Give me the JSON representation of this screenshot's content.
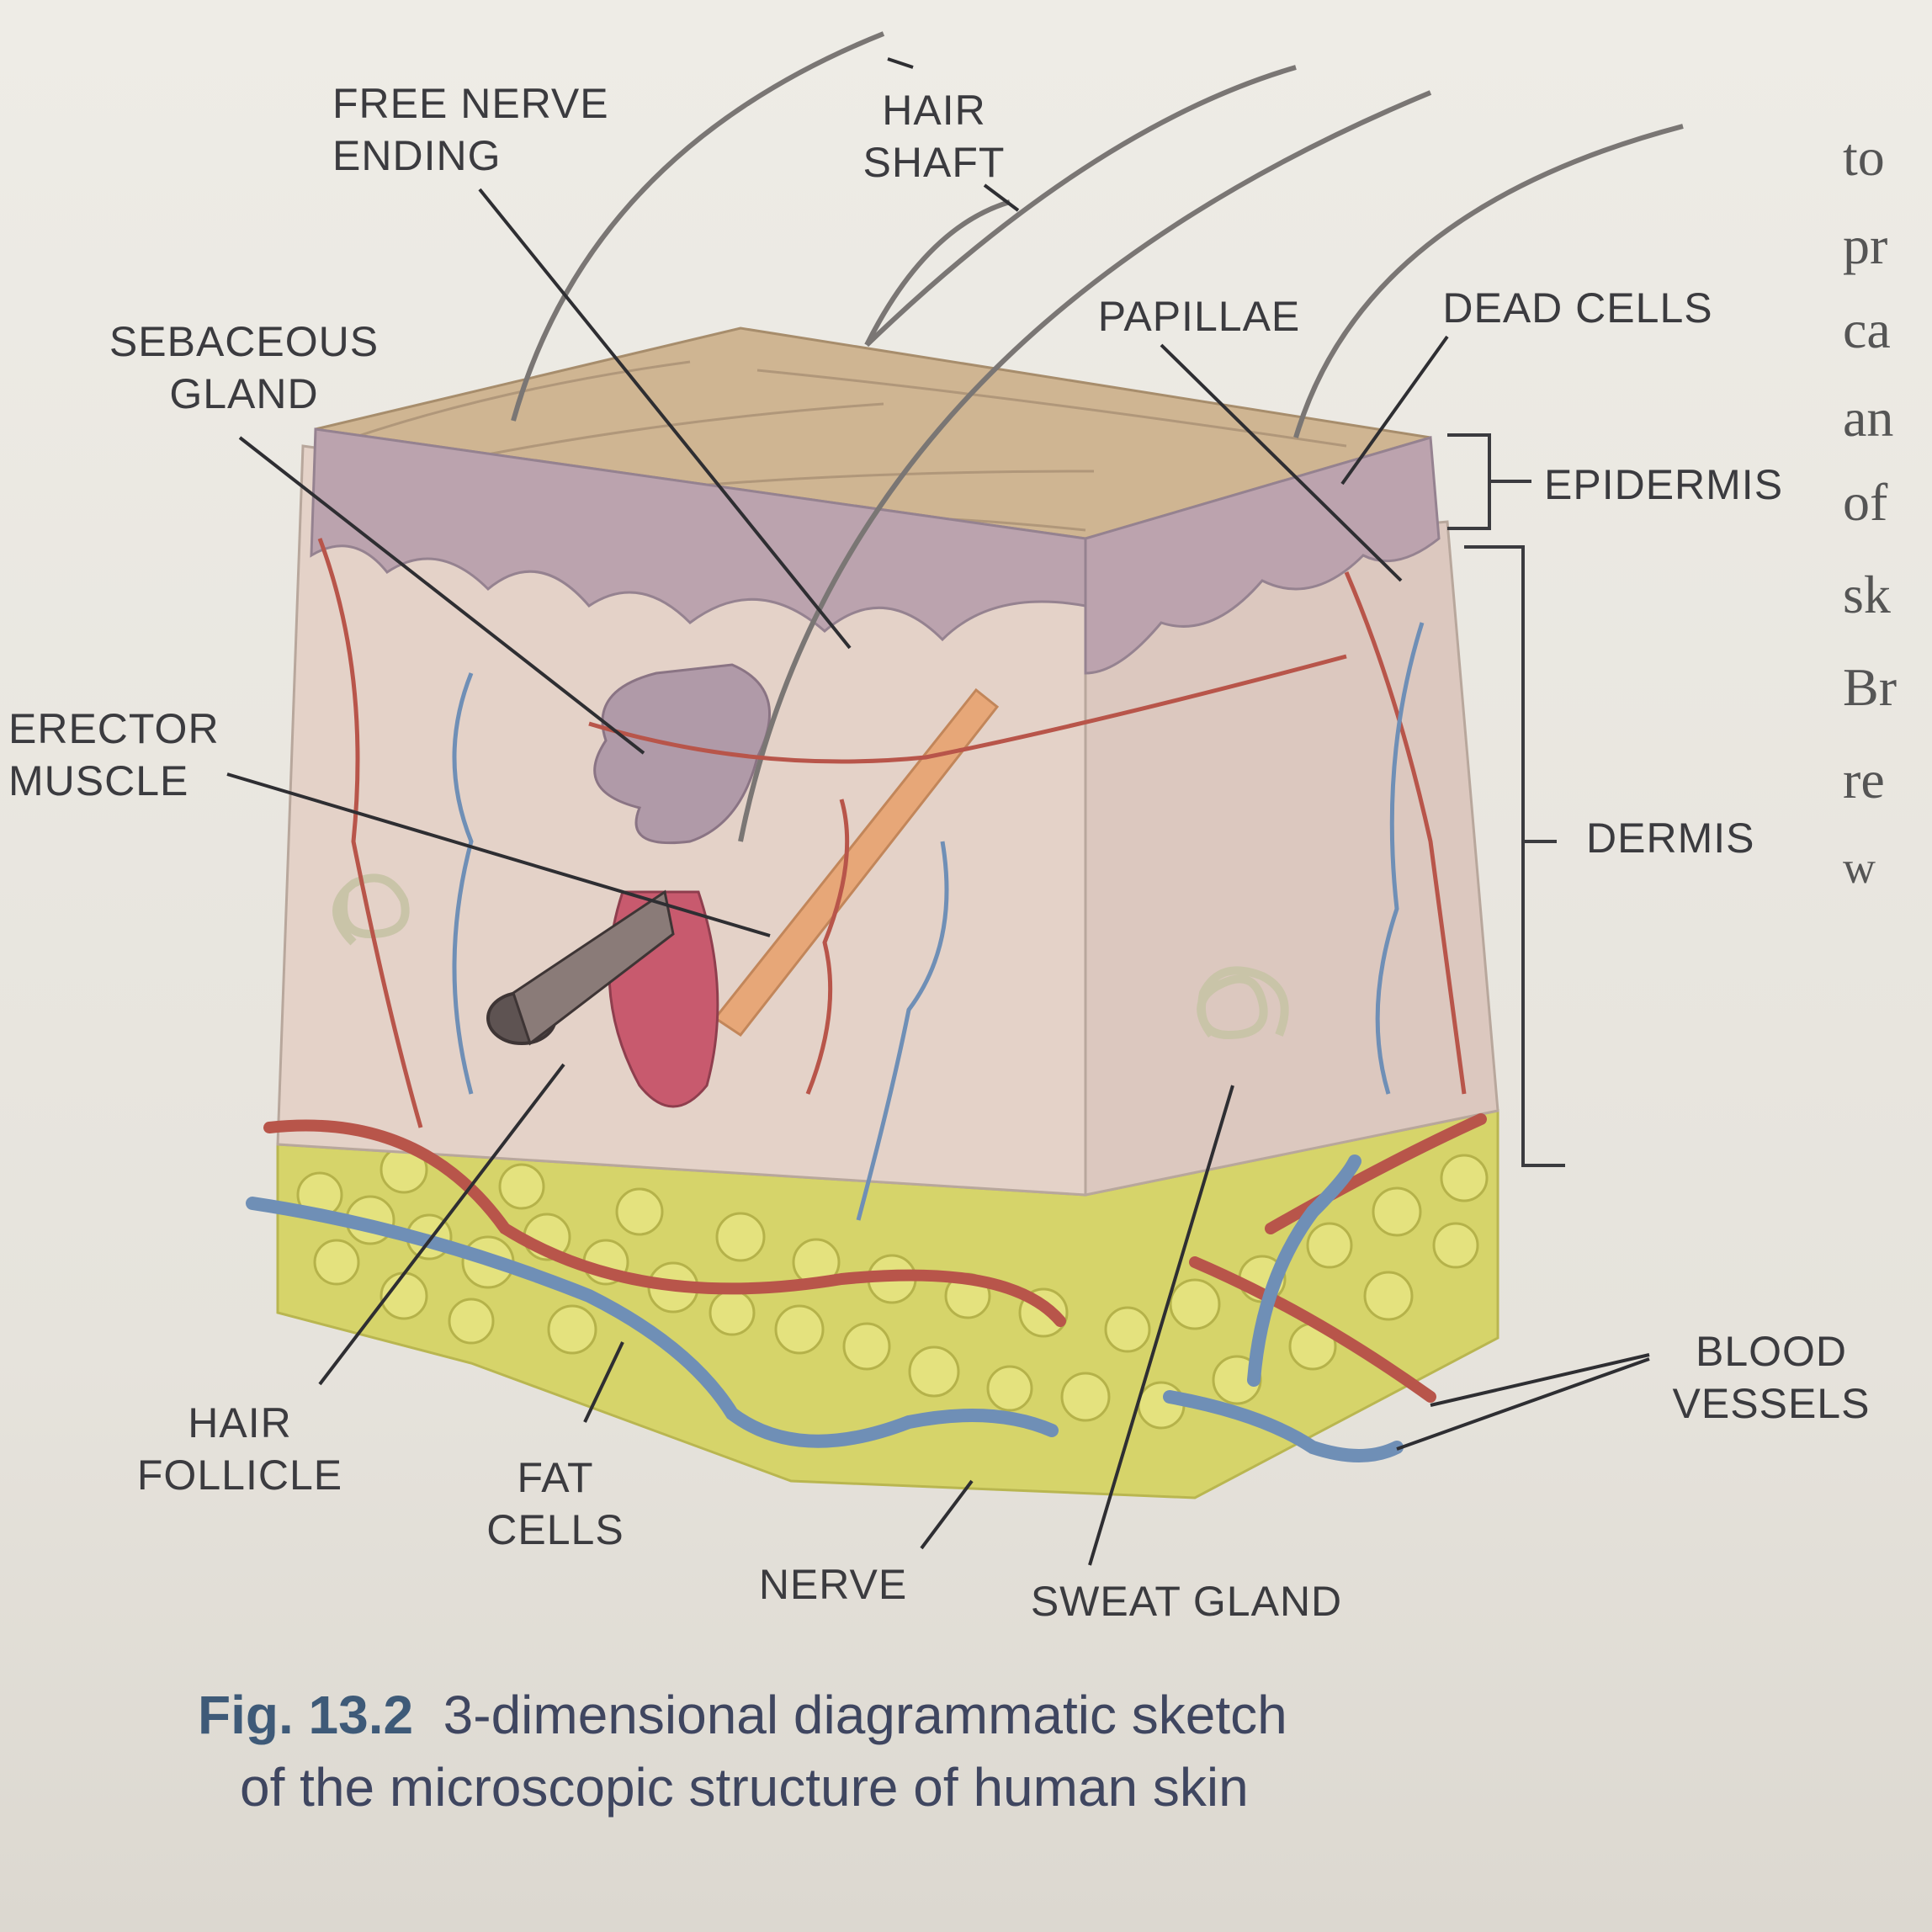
{
  "labels": {
    "free_nerve_ending": [
      "FREE NERVE",
      "ENDING"
    ],
    "hair_shaft": [
      "HAIR",
      "SHAFT"
    ],
    "sebaceous_gland": [
      "SEBACEOUS",
      "GLAND"
    ],
    "papillae": "PAPILLAE",
    "dead_cells": "DEAD CELLS",
    "epidermis": "EPIDERMIS",
    "erector_muscle": [
      "ERECTOR",
      "MUSCLE"
    ],
    "dermis": "DERMIS",
    "blood_vessels": [
      "BLOOD",
      "VESSELS"
    ],
    "hair_follicle": [
      "HAIR",
      "FOLLICLE"
    ],
    "fat_cells": [
      "FAT",
      "CELLS"
    ],
    "nerve": "NERVE",
    "sweat_gland": "SWEAT GLAND"
  },
  "caption": {
    "figure_number": "Fig. 13.2",
    "line1": "3-dimensional diagrammatic sketch",
    "line2": "of the microscopic structure of human skin"
  },
  "side_text": [
    "to",
    "pr",
    "ca",
    "an",
    "of",
    "sk",
    "Br",
    "re",
    "w"
  ],
  "colors": {
    "label_text": "#3b3b3f",
    "caption_fig": "#3e5a78",
    "epidermis_top": "#cdb18f",
    "dermis": "#e2cfc6",
    "fat": "#d8d46a",
    "artery": "#b8554a",
    "vein": "#6f8fb6"
  }
}
